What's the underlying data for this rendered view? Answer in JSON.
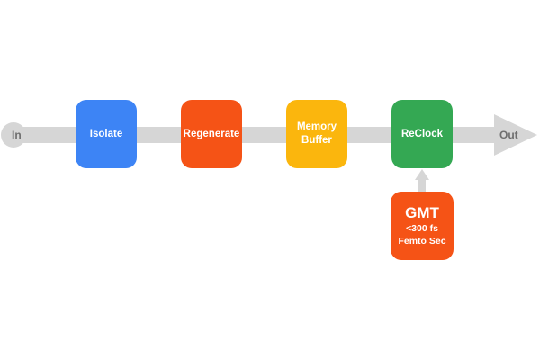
{
  "endpoints": {
    "input": "In",
    "output": "Out"
  },
  "stages": [
    {
      "label": "Isolate",
      "color": "#3d84f5"
    },
    {
      "label": "Regenerate",
      "color": "#f55316"
    },
    {
      "label": "Memory Buffer",
      "line1": "Memory",
      "line2": "Buffer",
      "color": "#fbb60d"
    },
    {
      "label": "ReClock",
      "color": "#34a853"
    }
  ],
  "clock_source": {
    "title": "GMT",
    "line2": "<300 fs",
    "line3": "Femto Sec",
    "color": "#f55316"
  },
  "colors": {
    "arrow": "#d6d6d6",
    "endpoint_text": "#6e6e6e",
    "background": "#ffffff"
  }
}
